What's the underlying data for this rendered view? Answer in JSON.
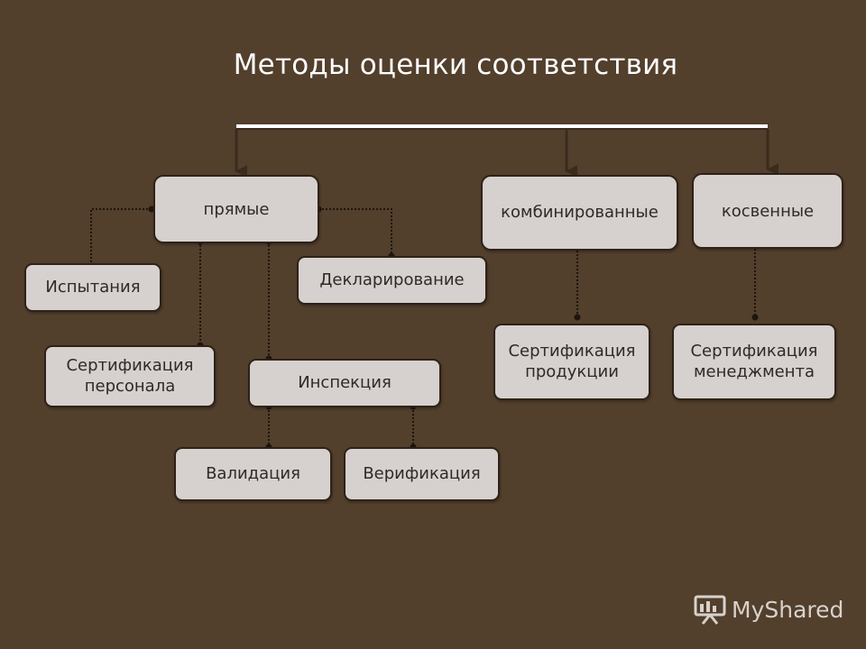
{
  "diagram": {
    "title": "Методы оценки соответствия",
    "categories": {
      "direct": "прямые",
      "combined": "комбинированные",
      "indirect": "косвенные"
    },
    "methods": {
      "testing": "Испытания",
      "declaration": "Декларирование",
      "personnel_certification": "Сертификация персонала",
      "inspection": "Инспекция",
      "validation": "Валидация",
      "verification": "Верификация",
      "product_certification": "Сертификация продукции",
      "management_certification": "Сертификация менеджмента"
    }
  },
  "watermark": {
    "text": "MyShared",
    "icon": "presentation-board-icon"
  }
}
